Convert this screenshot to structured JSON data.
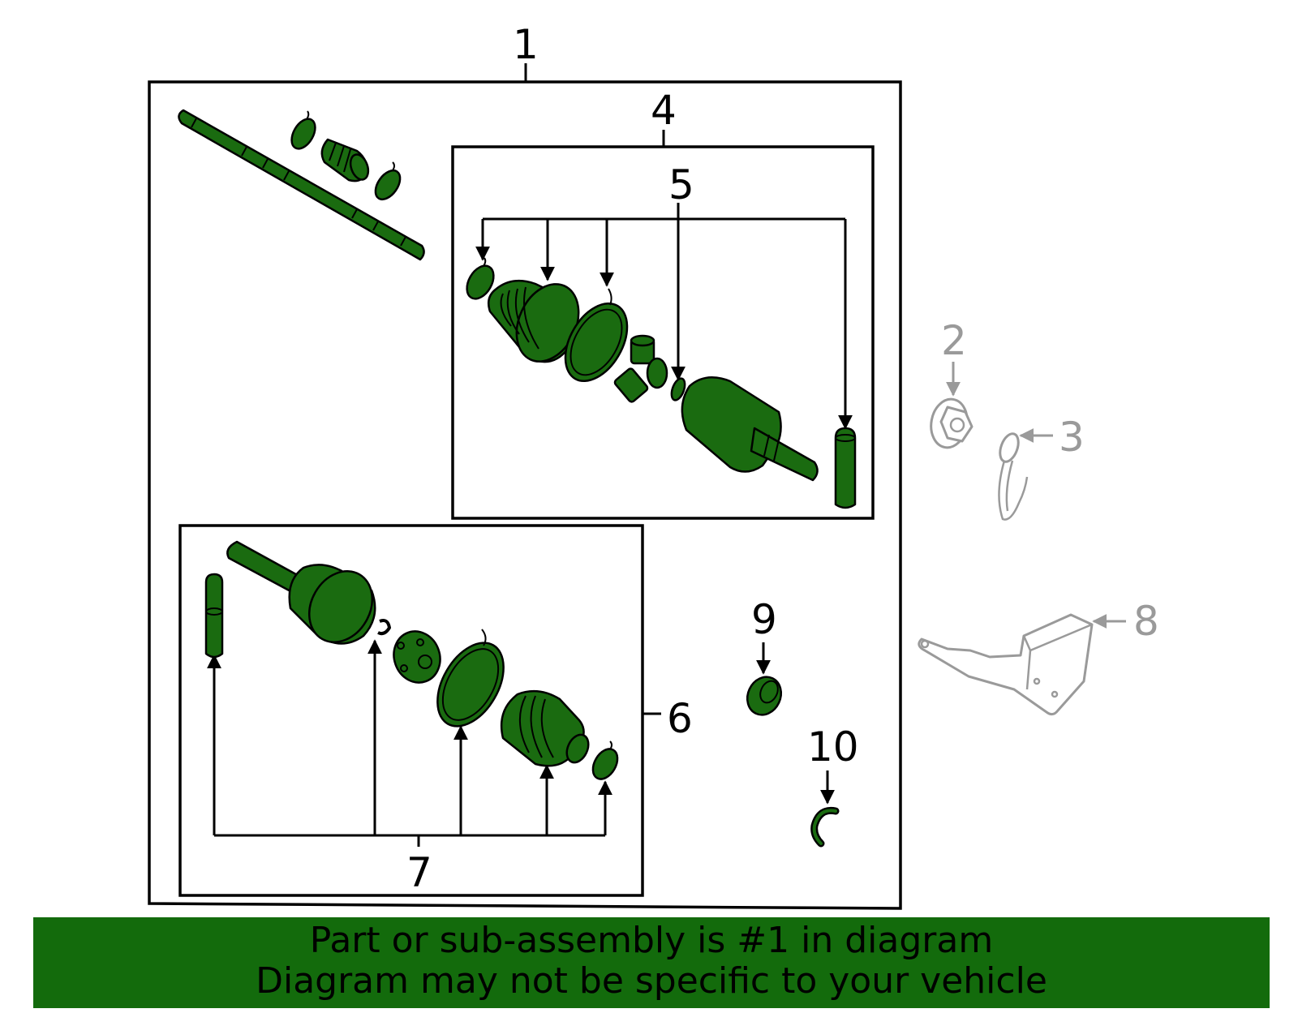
{
  "callouts": {
    "c1": "1",
    "c2": "2",
    "c3": "3",
    "c4": "4",
    "c5": "5",
    "c6": "6",
    "c7": "7",
    "c8": "8",
    "c9": "9",
    "c10": "10"
  },
  "notice": {
    "line1": "Part or sub-assembly is #1 in diagram",
    "line2": "Diagram may not be specific to your vehicle"
  },
  "colors": {
    "part_fill": "#1a6b10",
    "banner": "#136b0c",
    "ghost_part": "#9a9a9a",
    "background_panel": "#f7f7f7"
  }
}
